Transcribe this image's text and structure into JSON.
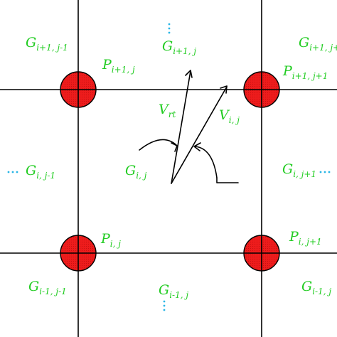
{
  "colors": {
    "label": "#22cc22",
    "dots": "#29b6e6",
    "node_fill": "#ee1c1c",
    "line": "#000000"
  },
  "labels": {
    "g_tl": {
      "base": "G",
      "sub": "i+1, j-1"
    },
    "g_tc": {
      "base": "G",
      "sub": "i+1, j"
    },
    "g_tr": {
      "base": "G",
      "sub": "i+1, j+"
    },
    "g_ml": {
      "base": "G",
      "sub": "i, j-1"
    },
    "g_c": {
      "base": "G",
      "sub": "i, j"
    },
    "g_mr": {
      "base": "G",
      "sub": "i, j+1"
    },
    "g_bl": {
      "base": "G",
      "sub": "i-1, j-1"
    },
    "g_bc": {
      "base": "G",
      "sub": "i-1, j"
    },
    "g_br": {
      "base": "G",
      "sub": "i-1, j"
    },
    "p_tl": {
      "base": "P",
      "sub": "i+1, j"
    },
    "p_tr": {
      "base": "P",
      "sub": "i+1, j+1"
    },
    "p_bl": {
      "base": "P",
      "sub": "i, j"
    },
    "p_br": {
      "base": "P",
      "sub": "i, j+1"
    },
    "v_rt": {
      "base": "V",
      "sub": "rt"
    },
    "v_ij": {
      "base": "V",
      "sub": "i, j"
    }
  }
}
